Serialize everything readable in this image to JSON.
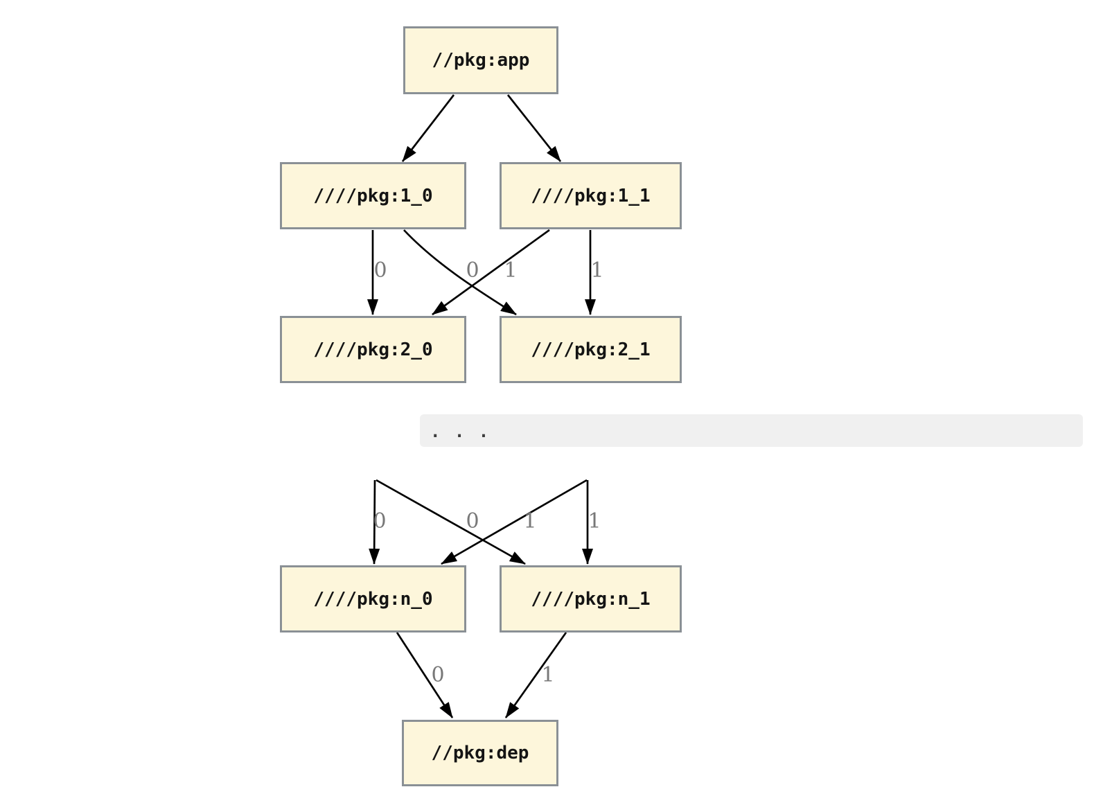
{
  "diagram": {
    "type": "dependency-graph",
    "nodes": [
      {
        "id": "app",
        "label": "//pkg:app"
      },
      {
        "id": "1_0",
        "label": "////pkg:1_0"
      },
      {
        "id": "1_1",
        "label": "////pkg:1_1"
      },
      {
        "id": "2_0",
        "label": "////pkg:2_0"
      },
      {
        "id": "2_1",
        "label": "////pkg:2_1"
      },
      {
        "id": "n_0",
        "label": "////pkg:n_0"
      },
      {
        "id": "n_1",
        "label": "////pkg:n_1"
      },
      {
        "id": "dep",
        "label": "//pkg:dep"
      }
    ],
    "edges": [
      {
        "from": "app",
        "to": "1_0",
        "label": ""
      },
      {
        "from": "app",
        "to": "1_1",
        "label": ""
      },
      {
        "from": "1_0",
        "to": "2_0",
        "label": "0"
      },
      {
        "from": "1_1",
        "to": "2_0",
        "label": "0"
      },
      {
        "from": "1_0",
        "to": "2_1",
        "label": "1"
      },
      {
        "from": "1_1",
        "to": "2_1",
        "label": "1"
      },
      {
        "from": "...",
        "to": "n_0",
        "label": "0"
      },
      {
        "from": "...",
        "to": "n_0",
        "label": "0"
      },
      {
        "from": "...",
        "to": "n_1",
        "label": "1"
      },
      {
        "from": "...",
        "to": "n_1",
        "label": "1"
      },
      {
        "from": "n_0",
        "to": "dep",
        "label": "0"
      },
      {
        "from": "n_1",
        "to": "dep",
        "label": "1"
      }
    ],
    "ellipsis": ". . .",
    "colors": {
      "node_fill": "#fdf6db",
      "node_border": "#8a9095",
      "edge_line": "#000000",
      "edge_label": "#787878",
      "ellipsis_background": "#f0f0f0",
      "ellipsis_text": "#3c3c3c",
      "page_background": "#ffffff"
    }
  }
}
